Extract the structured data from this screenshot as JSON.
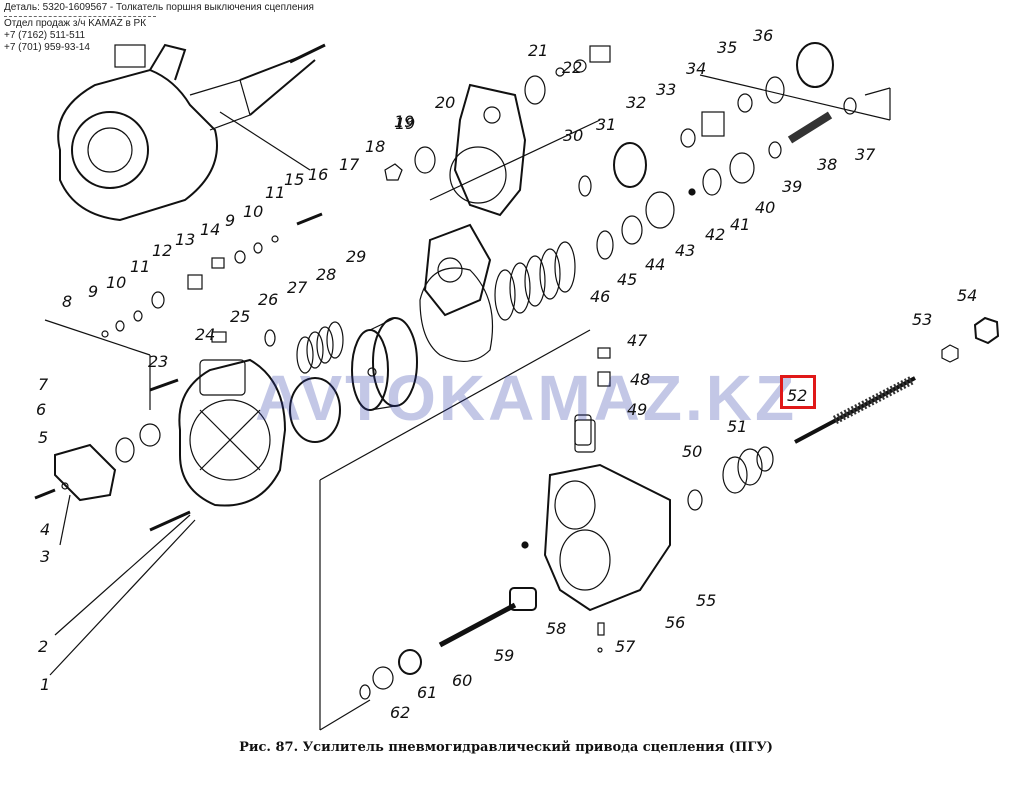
{
  "header": {
    "detail": "Деталь: 5320-1609567 - Толкатель поршня выключения сцепления",
    "dept": "Отдел продаж з/ч KAMAZ в РК",
    "phone1": "+7 (7162) 511-511",
    "phone2": "+7 (701) 959-93-14"
  },
  "watermark": "AVTOKAMAZ.KZ",
  "caption": "Рис. 87. Усилитель пневмогидравлический привода сцепления (ПГУ)",
  "highlight": {
    "label": "52",
    "color": "#e01818"
  },
  "part_labels": [
    "1",
    "2",
    "3",
    "4",
    "5",
    "6",
    "7",
    "8",
    "9",
    "10",
    "11",
    "12",
    "13",
    "14",
    "9",
    "10",
    "11",
    "15",
    "16",
    "17",
    "18",
    "19",
    "20",
    "19",
    "21",
    "22",
    "23",
    "24",
    "25",
    "26",
    "27",
    "28",
    "29",
    "30",
    "31",
    "32",
    "33",
    "34",
    "35",
    "36",
    "37",
    "38",
    "39",
    "40",
    "41",
    "42",
    "43",
    "44",
    "45",
    "46",
    "47",
    "48",
    "49",
    "50",
    "51",
    "53",
    "54",
    "55",
    "56",
    "57",
    "58",
    "59",
    "60",
    "61",
    "62"
  ]
}
